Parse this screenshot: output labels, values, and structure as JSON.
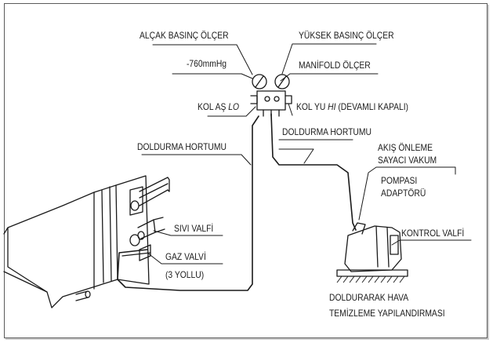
{
  "labels": {
    "low_gauge": "ALÇAK BASINÇ ÖLÇER",
    "high_gauge": "YÜKSEK BASINÇ ÖLÇER",
    "vacuum_reading": "-760mmHg",
    "manifold_gauge": "MANİFOLD ÖLÇER",
    "lo_prefix": "KOL AŞ ",
    "lo_code": "LO",
    "hi_prefix": "KOL YU ",
    "hi_code": "HI",
    "hi_suffix": " (DEVAMLI KAPALI)",
    "charge_hose_right": "DOLDURMA HORTUMU",
    "charge_hose_left": "DOLDURMA HORTUMU",
    "counter_flow_1": "AKIŞ ÖNLEME",
    "counter_flow_2": "SAYACI VAKUM",
    "pump_adapter_1": "POMPASI",
    "pump_adapter_2": "ADAPTÖRÜ",
    "control_valve": "KONTROL VALFİ",
    "liquid_valve": "SIVI VALFİ",
    "gas_valve": "GAZ VALVİ",
    "gas_valve_note": "(3 YOLLU)",
    "caption_1": "DOLDURARAK HAVA",
    "caption_2": "TEMİZLEME YAPILANDIRMASI"
  },
  "colors": {
    "line": "#1a1a1a",
    "frame": "#5a5a5a",
    "hatch": "#222222"
  }
}
